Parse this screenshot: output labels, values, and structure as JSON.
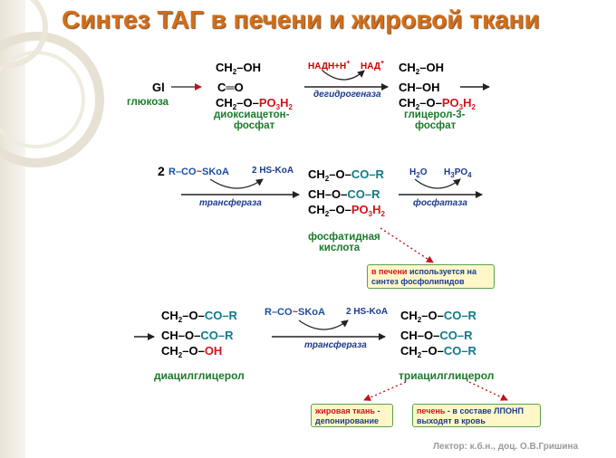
{
  "title": "Синтез ТАГ в печени и жировой ткани",
  "row1": {
    "gl": "Gl",
    "glucose": "глюкоза",
    "dhap": {
      "c1": "CH2–OH",
      "c2": "C═O",
      "c3": "CH2–O–",
      "phos": "PO3H2",
      "label1": "диоксиацетон-",
      "label2": "фосфат"
    },
    "cofactor_in": "НАДН+Н+",
    "cofactor_out": "НАД+",
    "enzyme": "дегидрогеназа",
    "g3p": {
      "c1": "CH2–OH",
      "c2": "CH–OH",
      "c3": "CH2–O–",
      "phos": "PO3H2",
      "label1": "глицерол-3-",
      "label2": "фосфат"
    }
  },
  "row2": {
    "coef": "2",
    "acyl": "R–CO",
    "skoa": "SKoA",
    "hskoa": "2 HS-KoA",
    "enzyme1": "трансфераза",
    "pa": {
      "c1a": "CH2–O–",
      "c1b": "CO–R",
      "c2a": "CH–O–",
      "c2b": "CO–R",
      "c3": "CH2–O–",
      "phos": "PO3H2",
      "label1": "фосфатидная",
      "label2": "кислота"
    },
    "water": "H2O",
    "h3po4": "H3PO4",
    "enzyme2": "фосфатаза",
    "note_red": "в печени",
    "note_rest": " используется на",
    "note_line2": "синтез фосфолипидов"
  },
  "row3": {
    "dag": {
      "c1a": "CH2–O–",
      "c1b": "CO–R",
      "c2a": "CH–O–",
      "c2b": "CO–R",
      "c3": "CH2–O–",
      "oh": "OH",
      "label": "диацилглицерол"
    },
    "acyl": "R–CO",
    "skoa": "SKoA",
    "hskoa": "2 HS-KoA",
    "enzyme": "трансфераза",
    "tag": {
      "c1a": "CH2–O–",
      "c1b": "CO–R",
      "c2a": "CH–O–",
      "c2b": "CO–R",
      "c3a": "CH2–O–",
      "c3b": "CO–R",
      "label": "триацилглицерол"
    },
    "box1_red": "жировая ткань",
    "box1_rest": " -",
    "box1_line2": "депонирование",
    "box2_red": "печень",
    "box2_mid": " - в составе ЛПОНП",
    "box2_line2": "выходят в кровь"
  },
  "footer": "Лектор: к.б.н., доц. О.В.Гришина"
}
